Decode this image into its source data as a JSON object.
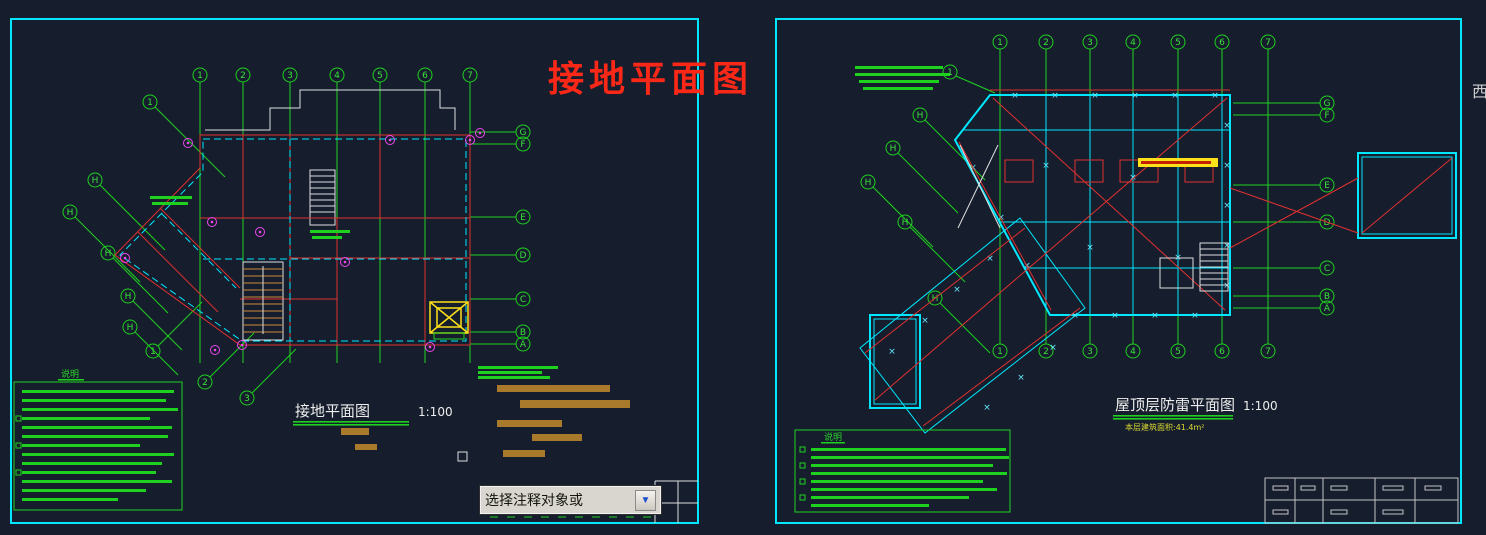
{
  "margin_label": "西",
  "command_input": {
    "text": "选择注释对象或",
    "icon_down_arrow": "▼"
  },
  "colors": {
    "background": "#161e2d",
    "frame_cyan": "#00e8ff",
    "axis_green": "#1fd11f",
    "wall_red": "#df3030",
    "node_magenta": "#ef46ef",
    "highlight_yellow": "#ffe11a",
    "redacted_tan": "#aa7a2c",
    "main_title_red": "#fb2818"
  },
  "left": {
    "main_title": "接地平面图",
    "caption": {
      "title": "接地平面图",
      "scale": "1:100"
    },
    "notes_header": "说明",
    "axis_top": [
      "1",
      "2",
      "3",
      "4",
      "5",
      "6",
      "7"
    ],
    "axis_right": [
      "G",
      "F",
      "E",
      "D",
      "C",
      "B",
      "A"
    ],
    "axis_left": [
      "H",
      "H",
      "H",
      "H",
      "H"
    ],
    "axis_diag_top": "1",
    "axis_diag_bottom": [
      "1",
      "2",
      "3"
    ]
  },
  "right": {
    "caption": {
      "title": "屋顶层防雷平面图",
      "scale": "1:100",
      "area_note": "本层建筑面积:41.4m²"
    },
    "notes_header": "说明",
    "keynote": "1",
    "x_glyph": "×",
    "axis_top": [
      "1",
      "2",
      "3",
      "4",
      "5",
      "6",
      "7"
    ],
    "axis_bottom": [
      "1",
      "2",
      "3",
      "4",
      "5",
      "6",
      "7"
    ],
    "axis_right": [
      "G",
      "F",
      "E",
      "D",
      "C",
      "B",
      "A"
    ],
    "axis_left": [
      "H",
      "H",
      "H",
      "H",
      "H"
    ]
  }
}
